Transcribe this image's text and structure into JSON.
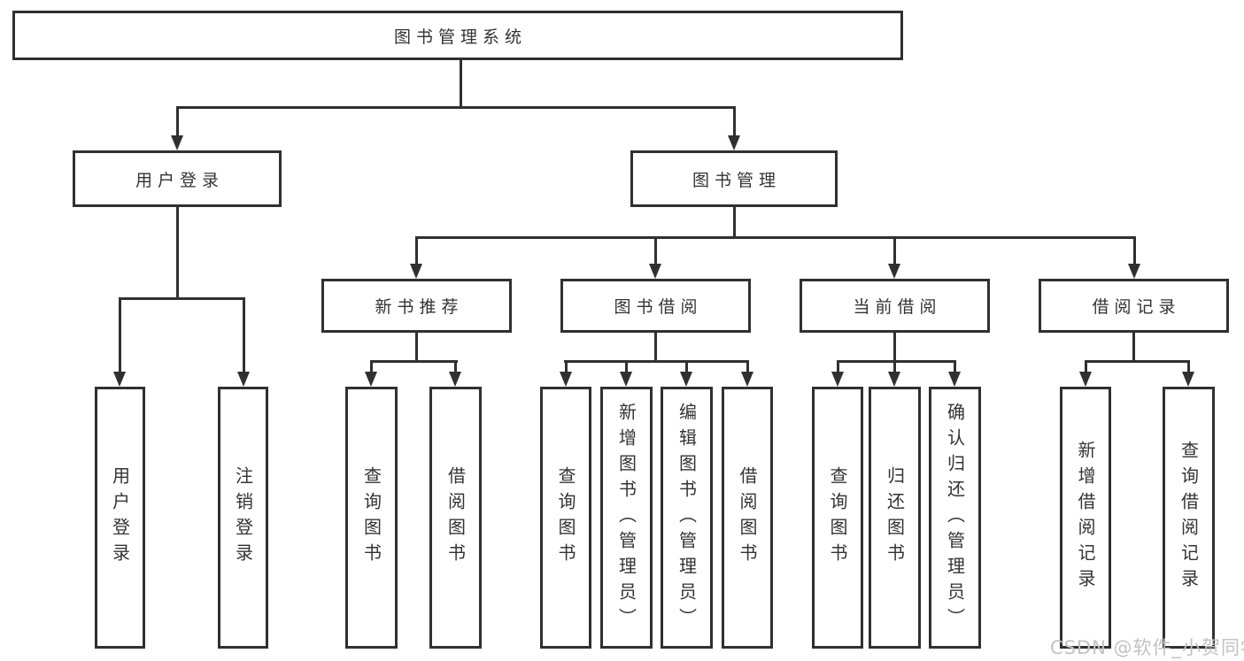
{
  "colors": {
    "line": "#303030",
    "text": "#333333",
    "background": "#ffffff",
    "watermark": "#c2c2c2"
  },
  "tree": {
    "root": "图书管理系统",
    "branches": [
      {
        "label": "用户登录",
        "children": [
          "用户登录",
          "注销登录"
        ]
      },
      {
        "label": "图书管理",
        "children": [
          {
            "label": "新书推荐",
            "children": [
              "查询图书",
              "借阅图书"
            ]
          },
          {
            "label": "图书借阅",
            "children": [
              "查询图书",
              "新增图书（管理员）",
              "编辑图书（管理员）",
              "借阅图书"
            ]
          },
          {
            "label": "当前借阅",
            "children": [
              "查询图书",
              "归还图书",
              "确认归还（管理员）"
            ]
          },
          {
            "label": "借阅记录",
            "children": [
              "新增借阅记录",
              "查询借阅记录"
            ]
          }
        ]
      }
    ]
  },
  "watermark": "CSDN @软件_小贺同学"
}
